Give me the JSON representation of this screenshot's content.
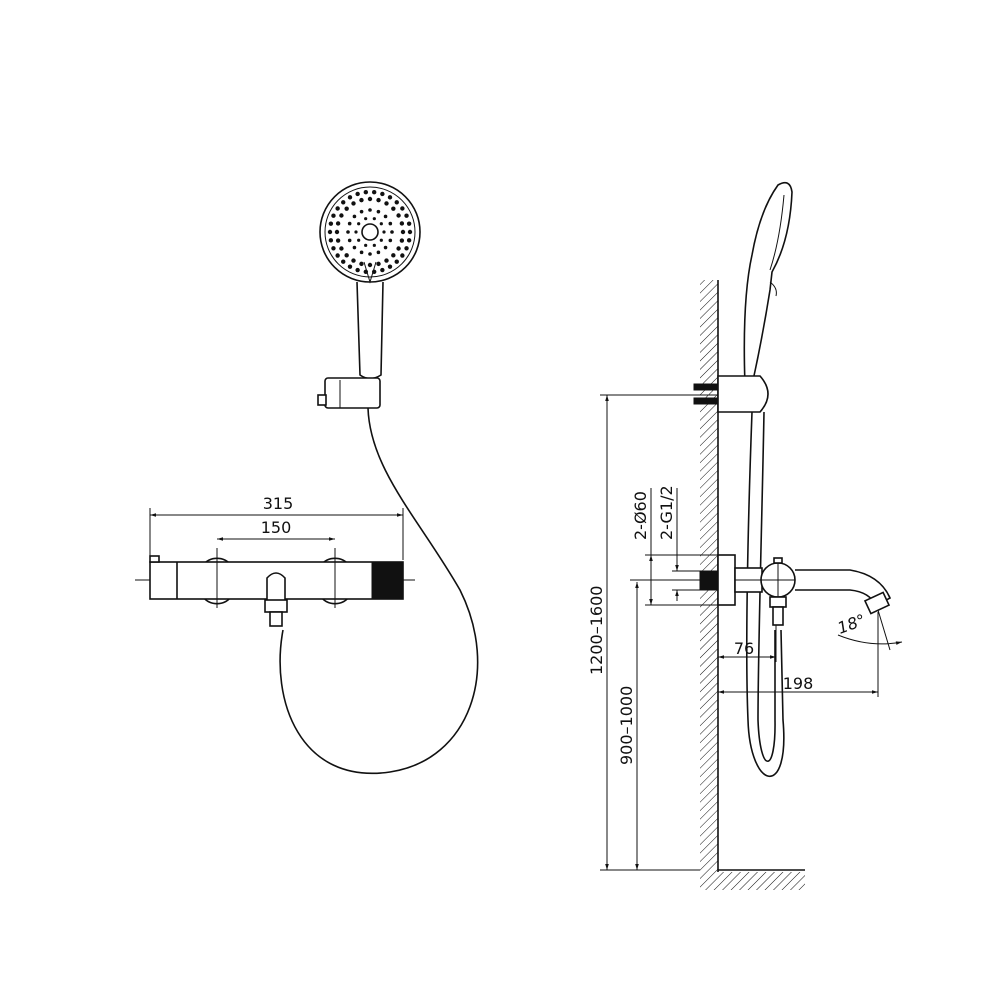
{
  "front_view": {
    "dim_overall_width": "315",
    "dim_inlet_spacing": "150"
  },
  "side_view": {
    "dim_flange_diameter": "2-Ø60",
    "dim_thread": "2-G1/2",
    "dim_valve_offset": "76",
    "dim_spout_projection": "198",
    "dim_spout_angle": "18°",
    "dim_holder_height": "1200–1600",
    "dim_mixer_height": "900–1000"
  }
}
